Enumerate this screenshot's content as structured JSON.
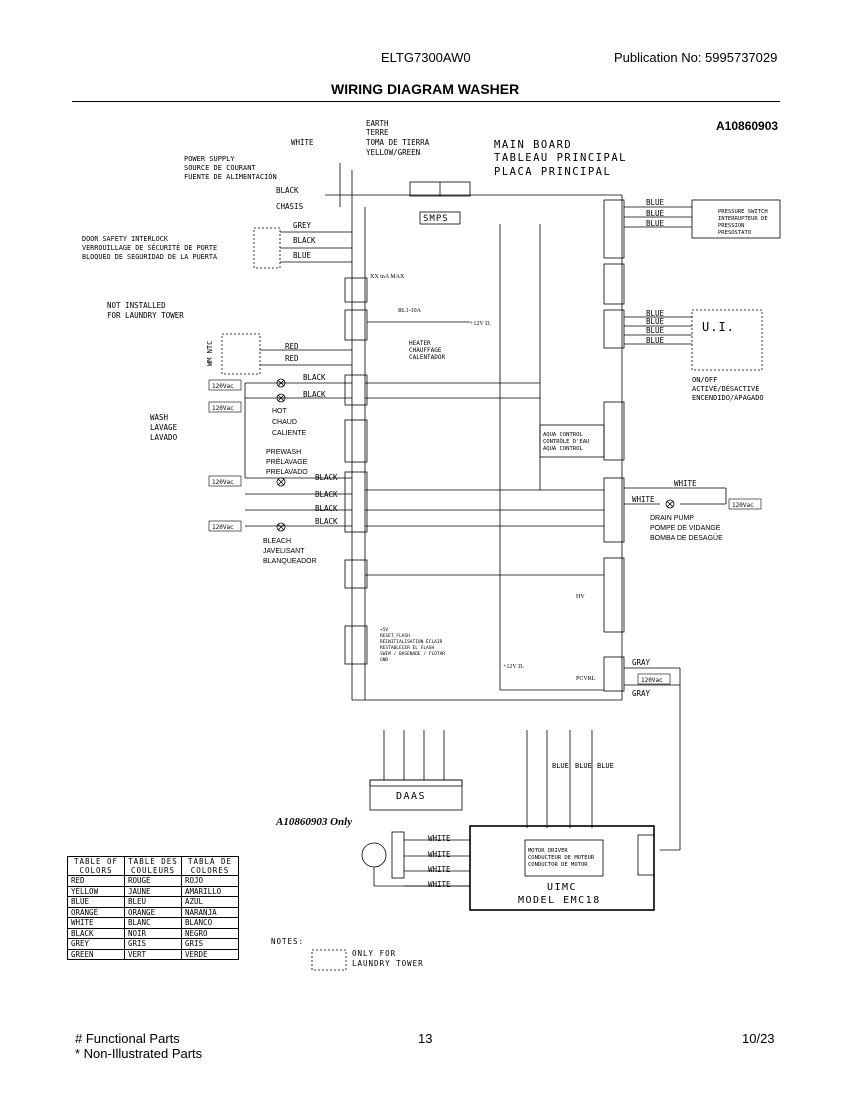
{
  "header": {
    "model": "ELTG7300AW0",
    "publication": "Publication No:  5995737029",
    "title": "WIRING DIAGRAM WASHER"
  },
  "diagram": {
    "ref_code": "A10860903",
    "ref_only": "A10860903 Only",
    "main_board": [
      "MAIN BOARD",
      "TABLEAU PRINCIPAL",
      "PLACA PRINCIPAL"
    ],
    "earth": [
      "EARTH",
      "TERRE",
      "TOMA DE TIERRA",
      "YELLOW/GREEN"
    ],
    "power_supply": [
      "POWER SUPPLY",
      "SOURCE DE COURANT",
      "FUENTE DE ALIMENTACIÓN"
    ],
    "white": "WHITE",
    "black": "BLACK",
    "chasis": "CHASIS",
    "grey": "GREY",
    "blue": "BLUE",
    "red": "RED",
    "gray": "GRAY",
    "door_lock": [
      "DOOR SAFETY INTERLOCK",
      "VERROUILLAGE DE SÉCURITÉ DE PORTE",
      "BLOQUEO DE SEGURIDAD DE LA PUERTA"
    ],
    "not_installed": [
      "NOT INSTALLED",
      "FOR LAUNDRY TOWER"
    ],
    "wm_ntc": "WM NTC",
    "wash": [
      "WASH",
      "LAVAGE",
      "LAVADO"
    ],
    "hot": [
      "HOT",
      "CHAUD",
      "CALIENTE"
    ],
    "prewash": [
      "PREWASH",
      "PRÉLAVAGE",
      "PRELAVADO"
    ],
    "bleach": [
      "BLEACH",
      "JAVELISANT",
      "BLANQUEADOR"
    ],
    "heater": [
      "HEATER",
      "CHAUFFAGE",
      "CALENTADOR"
    ],
    "aqua": [
      "AQUA CONTROL",
      "CONTRÔLE D'EAU",
      "AQUA CONTROL"
    ],
    "pressure": [
      "PRESSURE SWITCH",
      "INTERRUPTEUR DE",
      "PRESSION",
      "PRESOSTATO"
    ],
    "ui": "U.I.",
    "onoff": [
      "ON/OFF",
      "ACTIVÉ/DÉSACTIVÉ",
      "ENCENDIDO/APAGADO"
    ],
    "drain": [
      "DRAIN PUMP",
      "POMPE DE VIDANGE",
      "BOMBA DE DESAGÜE"
    ],
    "smps": "SMPS",
    "daas": "DAAS",
    "uimc": [
      "UIMC",
      "MODEL  EMC18"
    ],
    "motor_driver": [
      "MOTOR DRIVER",
      "CONDUCTEUR DE MOTEUR",
      "CONDUCTOR DE MOTOR"
    ],
    "vac": "120Vac",
    "xx_max": "XX mA MAX",
    "rl1": "RL1-10A",
    "p12v": "+12V D.",
    "hv": "HV",
    "pcvrl": "PCVRL",
    "reset": [
      "+5V",
      "RESET_FLASH",
      "RÉINITIALISATION ÉCLAIR",
      "RESTABLECER EL FLASH",
      "SWIM / BASENADE / FLOTAR",
      "GND"
    ],
    "notes": "NOTES:",
    "only_for": [
      "ONLY FOR",
      "LAUNDRY TOWER"
    ]
  },
  "table": {
    "headers": [
      [
        "TABLE OF",
        "COLORS"
      ],
      [
        "TABLE DES",
        "COULEURS"
      ],
      [
        "TABLA DE",
        "COLORES"
      ]
    ],
    "rows": [
      [
        "RED",
        "ROUGE",
        "ROJO"
      ],
      [
        "YELLOW",
        "JAUNE",
        "AMARILLO"
      ],
      [
        "BLUE",
        "BLEU",
        "AZUL"
      ],
      [
        "ORANGE",
        "ORANGE",
        "NARANJA"
      ],
      [
        "WHITE",
        "BLANC",
        "BLANCO"
      ],
      [
        "BLACK",
        "NOIR",
        "NEGRO"
      ],
      [
        "GREY",
        "GRIS",
        "GRIS"
      ],
      [
        "GREEN",
        "VERT",
        "VERDE"
      ]
    ]
  },
  "footer": {
    "functional": "# Functional Parts",
    "non_illustrated": "* Non-Illustrated Parts",
    "page": "13",
    "date": "10/23"
  }
}
